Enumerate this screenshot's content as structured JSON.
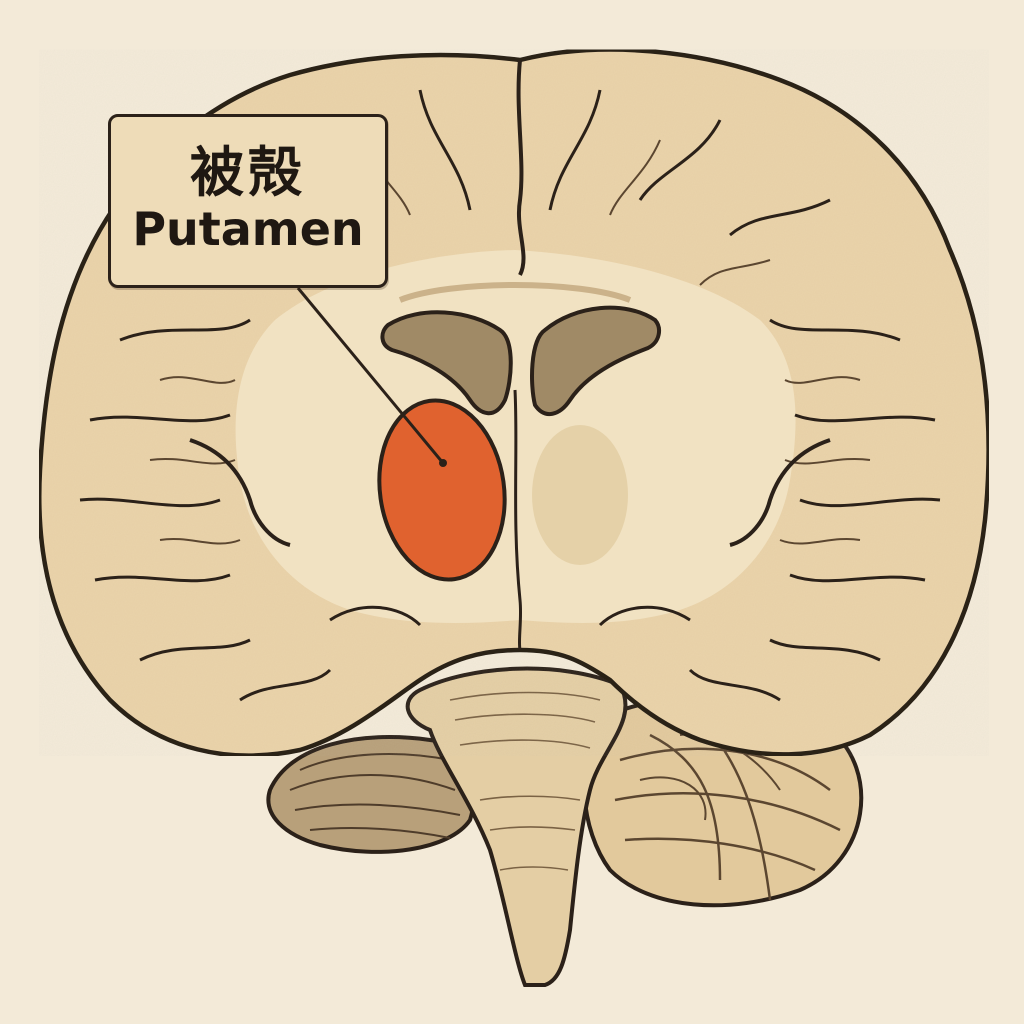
{
  "callout": {
    "label_ja": "被殻",
    "label_en": "Putamen"
  },
  "highlight": {
    "structure": "putamen",
    "color": "#e0622f"
  },
  "colors": {
    "background": "#f3ead8",
    "cortex": "#ead3aa",
    "white_matter": "#f1e2c2",
    "ventricle": "#a08a66",
    "brainstem": "#e4cea4",
    "cerebellum": "#e2c99c",
    "outline": "#2b2119"
  }
}
